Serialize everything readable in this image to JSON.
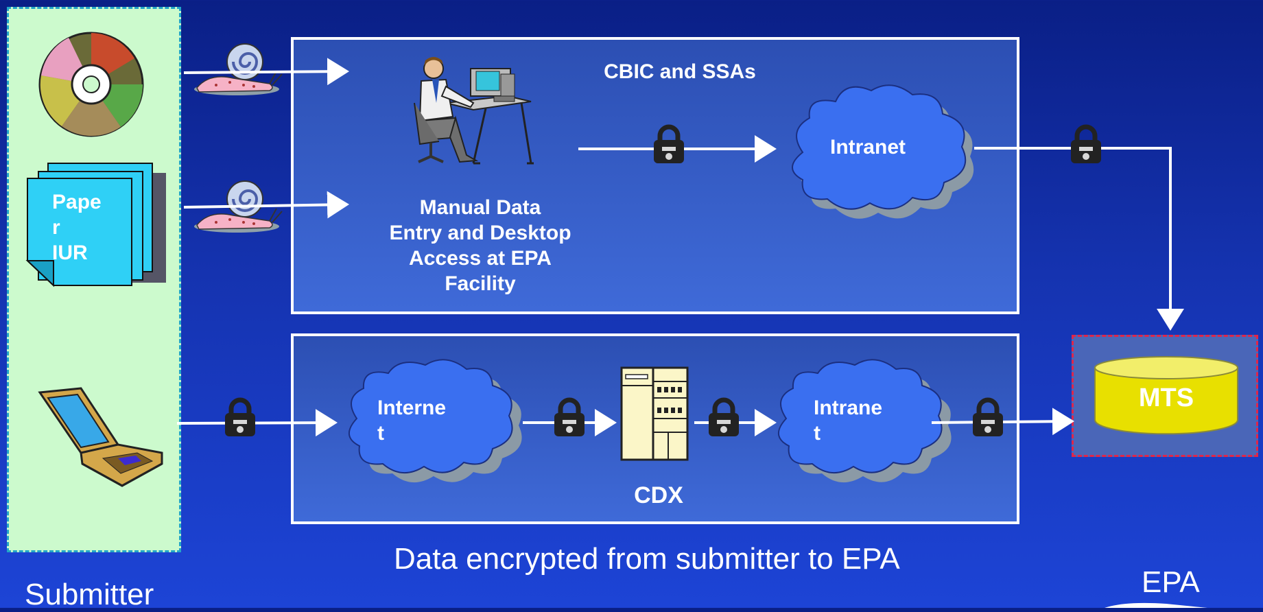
{
  "labels": {
    "cbic_ssas": "CBIC and SSAs",
    "manual_entry": "Manual Data\nEntry and Desktop\n   Access at EPA\nFacility",
    "intranet_top": "Intranet",
    "internet": "Interne\n       t",
    "intranet_bottom": "Intrane\n       t",
    "cdx": "CDX",
    "mts": "MTS",
    "paper_iur": "Pape\n      r\nIUR",
    "footer_encrypted": "Data encrypted from submitter to EPA",
    "submitter": "Submitter",
    "epa": "EPA"
  },
  "colors": {
    "background_top": "#0a1f86",
    "submitter_panel": "#ccfacd",
    "cloud": "#3a6ff0",
    "cloud_shadow": "#8b9aa6",
    "mts_cylinder": "#e8e000",
    "paper_stack": "#2fd0f6"
  },
  "icons": [
    "cd-icon",
    "paper-document-icon",
    "laptop-icon",
    "snail-icon",
    "lock-icon",
    "server-icon",
    "person-at-computer-icon",
    "cloud-icon",
    "database-cylinder-icon"
  ]
}
